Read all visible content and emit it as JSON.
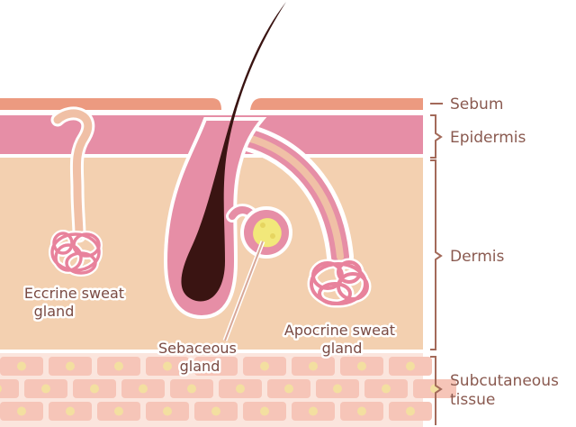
{
  "colors": {
    "sebum": "#ec9a80",
    "epidermis": "#e68ea6",
    "dermis": "#f3d0b0",
    "hair": "#3a1412",
    "follicle": "#e68ea6",
    "gland_tube": "#f0c0a6",
    "sebaceous": "#f2e87a",
    "subcutaneous": "#f6c5b8",
    "cell_nucleus": "#f3dfa0",
    "bracket": "#a36a5a"
  },
  "layers": [
    {
      "name": "sebum",
      "label": "Sebum"
    },
    {
      "name": "epidermis",
      "label": "Epidermis"
    },
    {
      "name": "dermis",
      "label": "Dermis"
    },
    {
      "name": "subcutaneous",
      "label": "Subcutaneous tissue",
      "lines": [
        "Subcutaneous",
        "tissue"
      ]
    }
  ],
  "structures": [
    {
      "name": "eccrine",
      "lines": [
        "Eccrine sweat",
        "gland"
      ]
    },
    {
      "name": "sebaceous",
      "lines": [
        "Sebaceous",
        "gland"
      ]
    },
    {
      "name": "apocrine",
      "lines": [
        "Apocrine sweat",
        "gland"
      ]
    }
  ]
}
